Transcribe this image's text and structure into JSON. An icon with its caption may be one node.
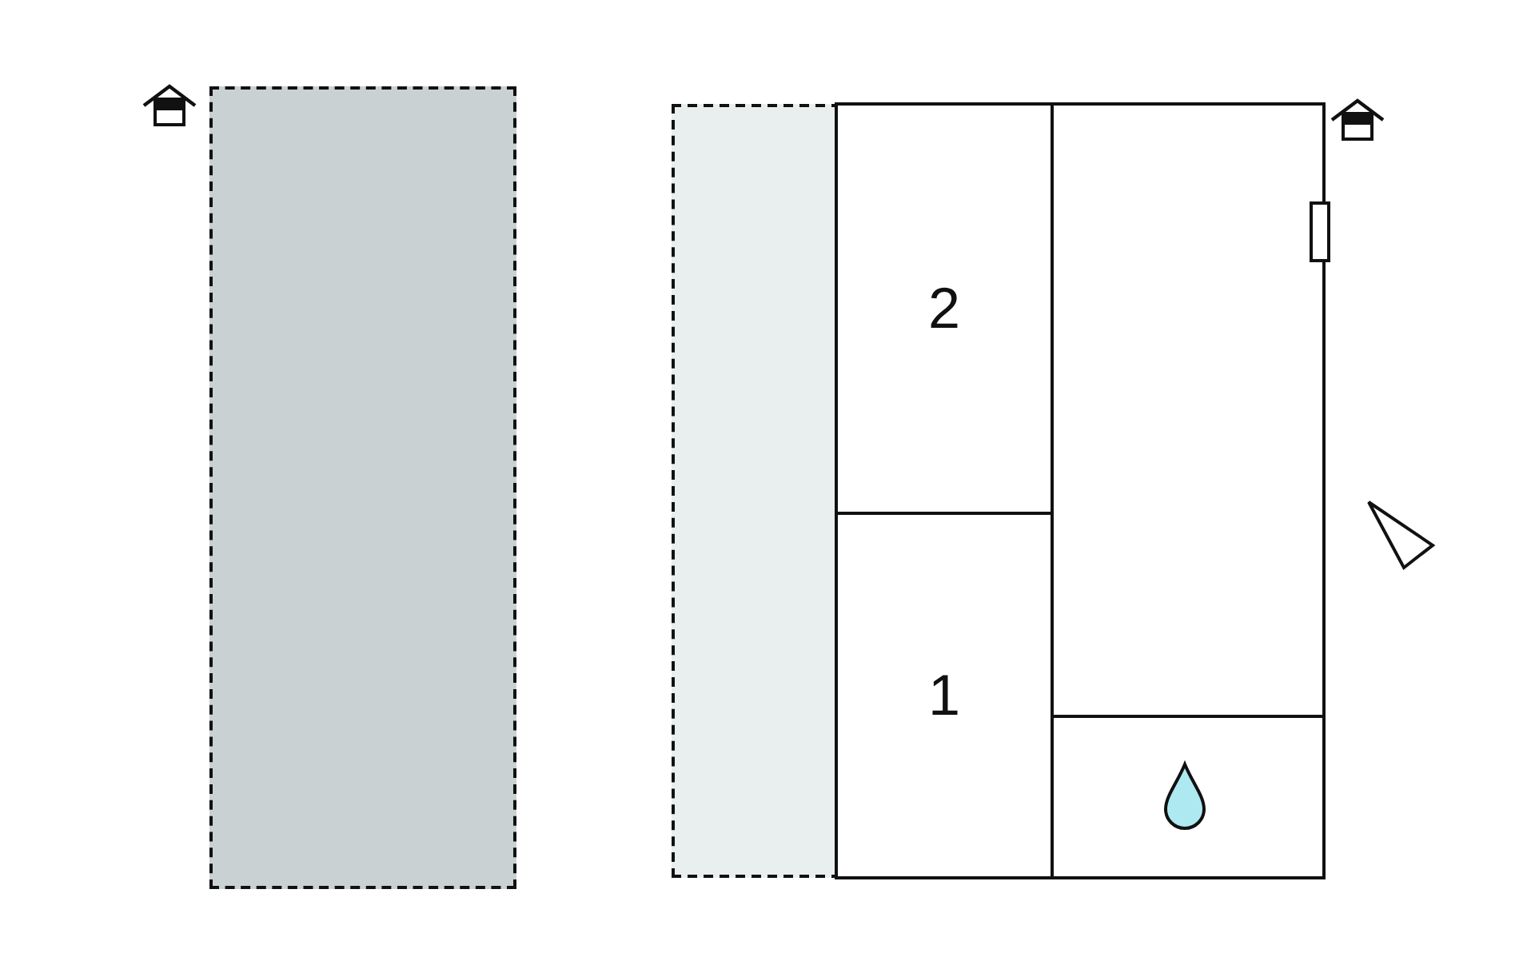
{
  "diagram": {
    "nodes": [
      {
        "text": [],
        "shape": "box"
      },
      {
        "text": [],
        "shape": "box"
      },
      {
        "text": [],
        "shape": "box"
      },
      {
        "text": [
          "2"
        ],
        "in": 2
      },
      {
        "text": [
          "1"
        ],
        "in": 2
      },
      {
        "text": [],
        "shape": "box",
        "in": 2
      },
      {
        "text": [],
        "shape": "box",
        "in": 2
      }
    ]
  }
}
